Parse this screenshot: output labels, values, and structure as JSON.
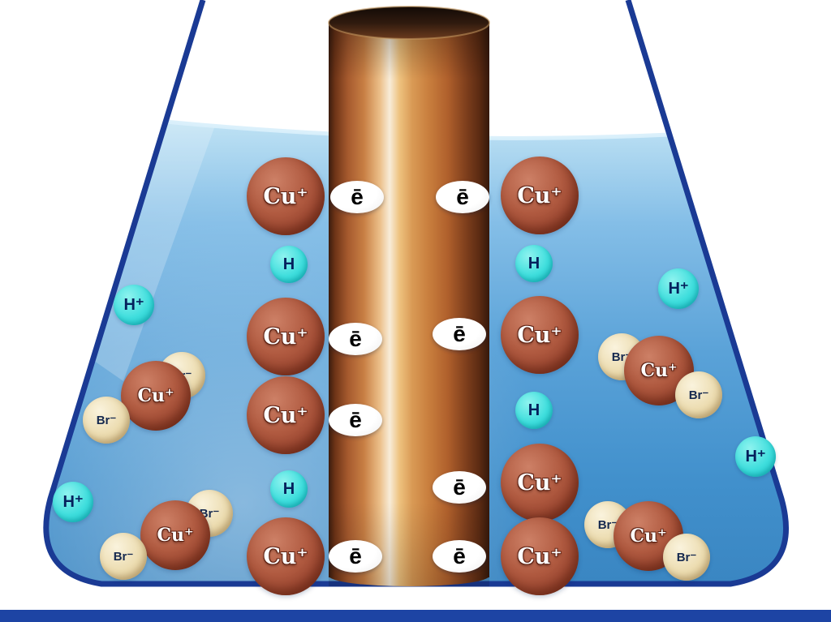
{
  "labels": {
    "cu_ion": "Cu⁺",
    "br_ion": "Br⁻",
    "h_ion": "H⁺",
    "h_atom": "H",
    "electron": "ē"
  },
  "counts": {
    "free_cu_ions": 8,
    "cu_ions_in_molecules": 4,
    "br_ions": 8,
    "h_ions": 4,
    "h_atoms": 4,
    "electrons": 8
  },
  "colors": {
    "flask_outline": "#1a3a94",
    "solution_light": "#bfe2f4",
    "solution_deep": "#3a86c2",
    "copper_rod_highlight": "#f8ecd8",
    "cu_ion_fill": "#b05a40",
    "br_ion_fill": "#ecdcb0",
    "hydrogen_fill": "#3fdedd",
    "electron_fill": "#ffffff",
    "bottom_bar": "#1d44a4"
  }
}
